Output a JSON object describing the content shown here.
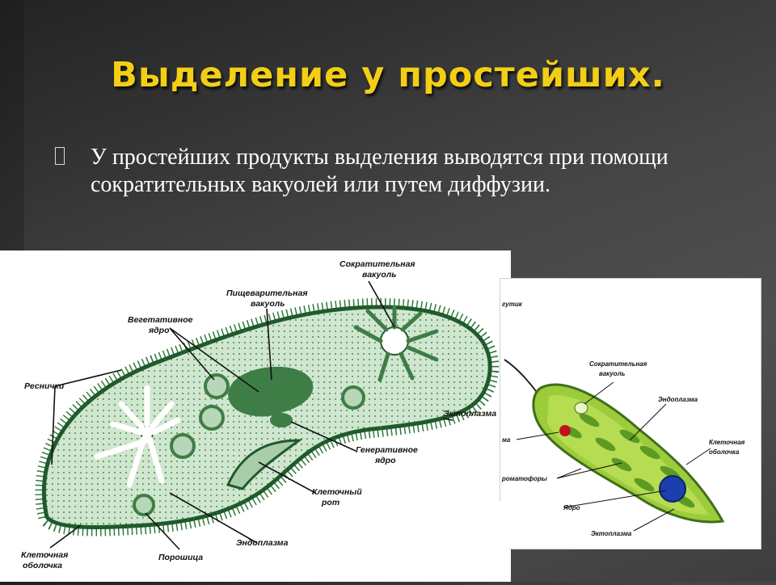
{
  "slide": {
    "title": "Выделение у простейших.",
    "bullet_text": "У простейших продукты выделения выводятся при  помощи сократительных вакуолей или путем диффузии."
  },
  "figure_paramecium": {
    "labels": {
      "contractile_vacuole": [
        "Сократительная",
        "вакуоль"
      ],
      "digestive_vacuole": [
        "Пищеварительная",
        "вакуоль"
      ],
      "vegetative_nucleus": [
        "Вегетативное",
        "ядро"
      ],
      "cilia": "Реснички",
      "ectoplasm": "Эктоплазма",
      "generative_nucleus": [
        "Генеративное",
        "ядро"
      ],
      "cell_mouth": [
        "Клеточный",
        "рот"
      ],
      "endoplasm": "Эндоплазма",
      "cell_membrane": [
        "Клеточная",
        "оболочка"
      ],
      "anal_pore": "Порошица"
    }
  },
  "figure_euglena": {
    "labels": {
      "flagellum_partial": "гутик",
      "contractile_vacuole": [
        "Сократительная",
        "вакуоль"
      ],
      "endoplasm": "Эндоплазма",
      "cell_membrane": [
        "Клеточная",
        "оболочка"
      ],
      "eyespot_partial": "ма",
      "chromatophores_partial": "роматофоры",
      "nucleus": "Ядро",
      "ectoplasm": "Эктоплазма"
    }
  }
}
